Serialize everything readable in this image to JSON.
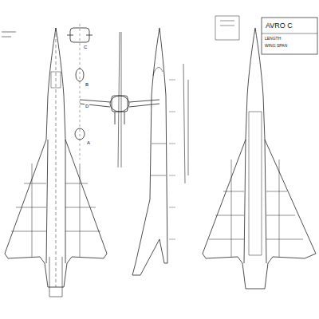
{
  "diagram": {
    "labels": [
      "AVRO C",
      "LENGTH",
      "WING SPAN",
      "C",
      "B",
      "A",
      "D"
    ]
  }
}
